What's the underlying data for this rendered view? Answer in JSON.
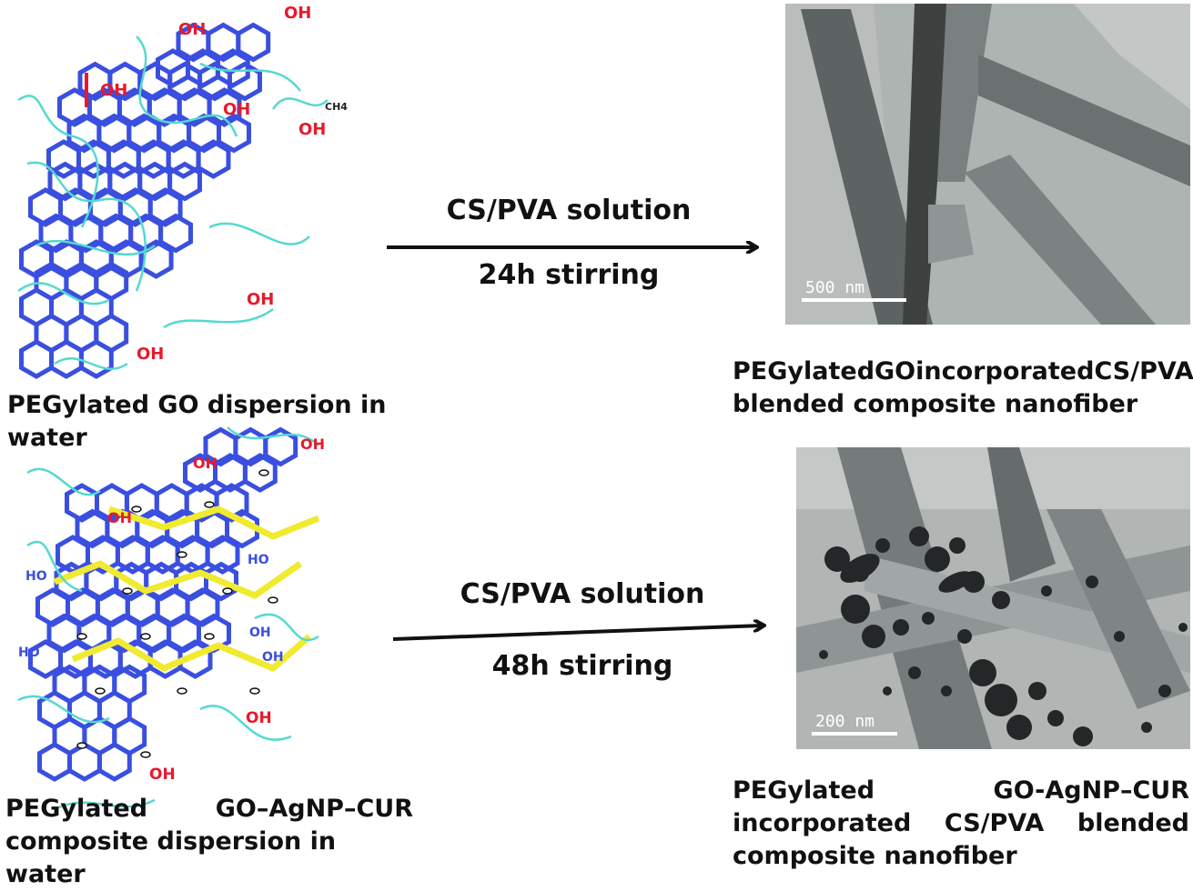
{
  "top": {
    "reagent": "CS/PVA solution",
    "condition": "24h stirring",
    "left_caption": "PEGylated GO dispersion in water",
    "right_caption_line1": [
      "PEGylated",
      "GO",
      "incorporated",
      "CS/PVA"
    ],
    "right_caption_line2": "blended composite nanofiber",
    "scale_bar": "500 nm",
    "labels": {
      "cooh1": "OH",
      "cooh2": "OH",
      "cooh3": "OH",
      "oh1": "OH",
      "oh2": "OH",
      "oh3": "OH",
      "oh4": "OH",
      "ch4": "CH4"
    }
  },
  "bottom": {
    "reagent": "CS/PVA solution",
    "condition": "48h stirring",
    "left_caption_line1": [
      "PEGylated",
      "GO–AgNP–CUR"
    ],
    "left_caption_line2": "composite dispersion in water",
    "right_caption_line1": [
      "PEGylated",
      "GO-AgNP–CUR"
    ],
    "right_caption_line2": [
      "incorporated",
      "CS/PVA",
      "blended"
    ],
    "right_caption_line3": "composite nanofiber",
    "scale_bar": "200 nm",
    "labels": {
      "cooh1": "OH",
      "cooh2": "OH",
      "cooh3": "OH",
      "ho1": "HO",
      "ho2": "HO",
      "ho3": "HO",
      "oh1": "OH",
      "oh2": "OH",
      "oh3": "OH",
      "oh4": "OH"
    }
  },
  "colors": {
    "lattice": "#3a4fe0",
    "oxygen": "#e8192c",
    "peg": "#55d8d0",
    "curcumin": "#f0ea30",
    "arrow": "#111111"
  }
}
